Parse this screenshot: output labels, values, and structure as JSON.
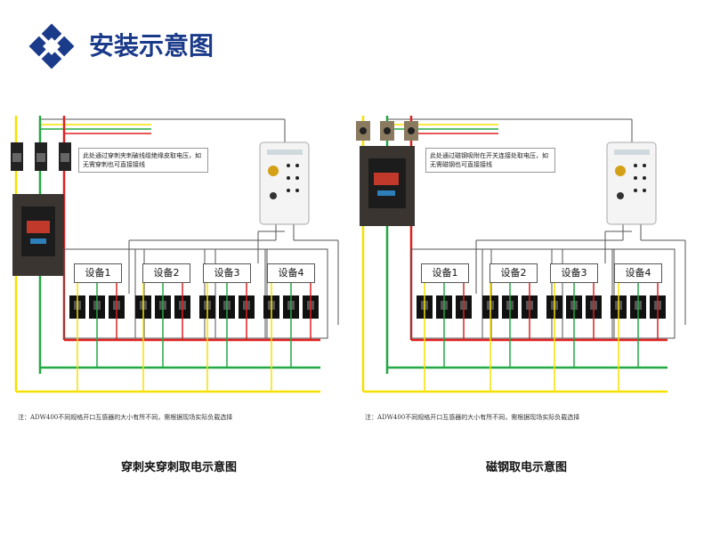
{
  "header": {
    "title": "安装示意图"
  },
  "diagrams": [
    {
      "note": "此处通过穿刺夹刺破线缆绝缘皮取电压，如无需穿刺也可直接接线",
      "devices": [
        "设备1",
        "设备2",
        "设备3",
        "设备4"
      ],
      "footnote": "注：ADW400不同规格开口互感器的大小有所不同，需根据现场实际负载选择",
      "caption": "穿刺夹穿刺取电示意图"
    },
    {
      "note": "此处通过磁钢吸附在开关连接处取电压，如无需磁钢也可直接接线",
      "devices": [
        "设备1",
        "设备2",
        "设备3",
        "设备4"
      ],
      "footnote": "注：ADW400不同规格开口互感器的大小有所不同，需根据现场实际负载选择",
      "caption": "磁钢取电示意图"
    }
  ],
  "colors": {
    "title": "#1a3a8a",
    "phase_a": "#f5e000",
    "phase_b": "#22a844",
    "phase_c": "#e02020",
    "signal": "#555555"
  }
}
